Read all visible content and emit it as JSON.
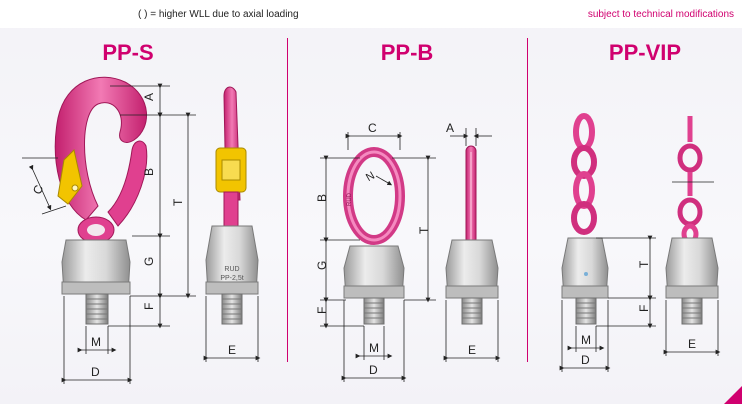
{
  "header": {
    "note": "( ) = higher WLL due to axial loading",
    "disclaimer": "subject to technical modifications"
  },
  "sections": [
    {
      "title": "PP-S",
      "dimension_labels": [
        "A",
        "B",
        "C",
        "G",
        "F",
        "T",
        "M",
        "D",
        "E"
      ],
      "engraving": [
        "RUD",
        "PP-2,5t"
      ]
    },
    {
      "title": "PP-B",
      "dimension_labels": [
        "C",
        "A",
        "B",
        "G",
        "F",
        "T",
        "M",
        "D",
        "E"
      ]
    },
    {
      "title": "PP-VIP",
      "dimension_labels": [
        "T",
        "F",
        "M",
        "D",
        "E"
      ]
    }
  ],
  "colors": {
    "accent": "#d0006f",
    "hook_pink": "#e0408f",
    "latch_yellow": "#f2c400",
    "metal_grey": "#c8c8c8",
    "background": "#f3f2f7"
  }
}
